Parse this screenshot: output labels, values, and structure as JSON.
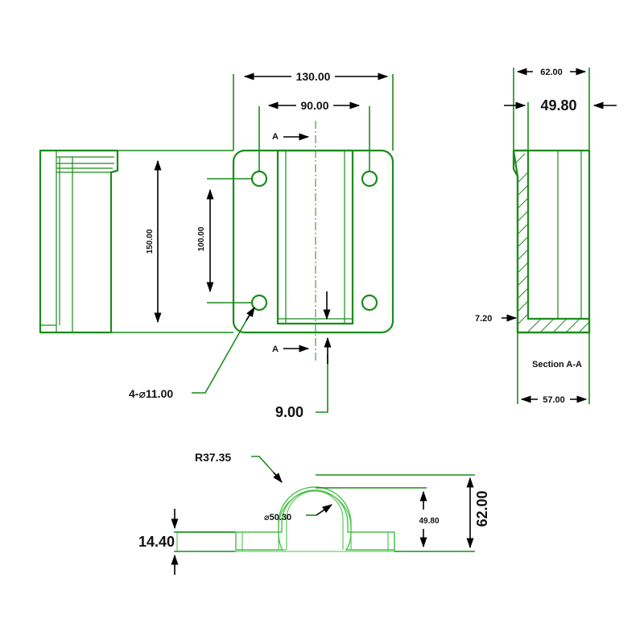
{
  "dimensions": {
    "top_width": "130.00",
    "hole_spacing_x": "90.00",
    "height": "150.00",
    "hole_spacing_y": "100.00",
    "holes": "4-⌀11.00",
    "slot_wall": "9.00",
    "section_width_top": "62.00",
    "section_inner": "49.80",
    "section_base": "7.20",
    "section_width_bottom": "57.00",
    "radius": "R37.35",
    "bore": "⌀50.30",
    "height_side": "62.00",
    "inner_height_side": "49.80",
    "flange_thickness": "14.40"
  },
  "labels": {
    "section_marker": "A",
    "section_title": "Section A-A"
  },
  "colors": {
    "line": "#1a8c1a",
    "light_line": "#4cc24c",
    "arrow": "#000000",
    "text": "#111111"
  }
}
